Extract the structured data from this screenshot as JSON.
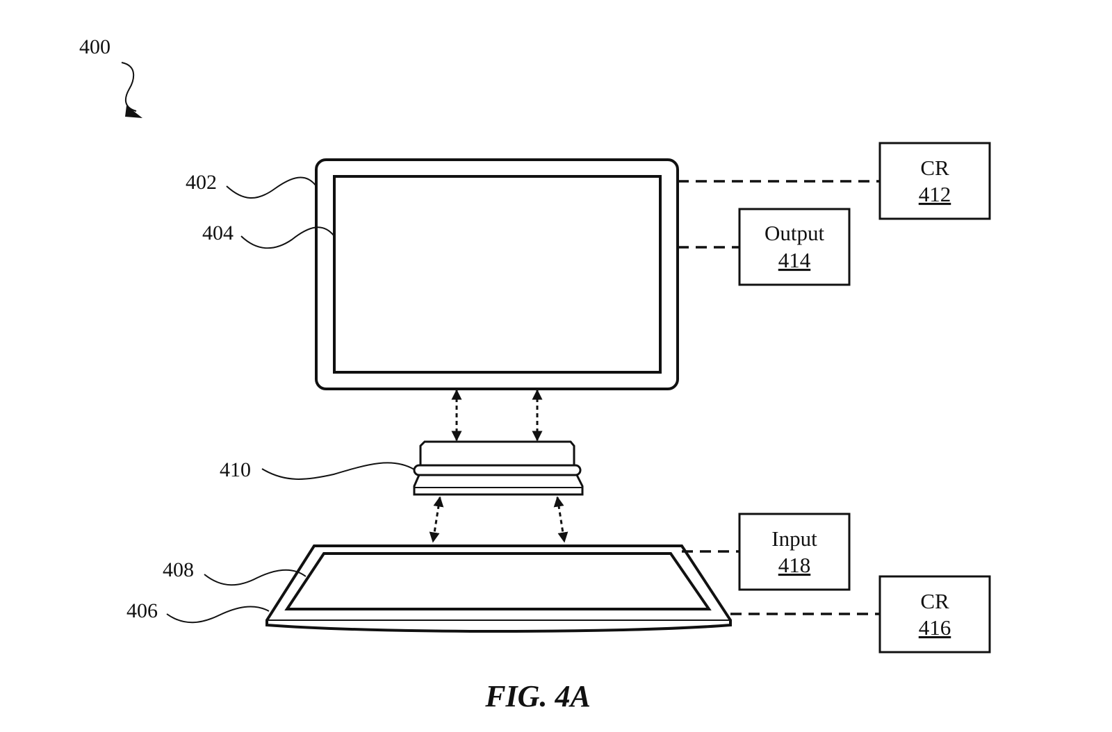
{
  "figure": {
    "caption": "FIG. 4A",
    "ref_400": "400",
    "ref_402": "402",
    "ref_404": "404",
    "ref_406": "406",
    "ref_408": "408",
    "ref_410": "410"
  },
  "boxes": {
    "cr_top": {
      "label": "CR",
      "number": "412"
    },
    "output": {
      "label": "Output",
      "number": "414"
    },
    "input": {
      "label": "Input",
      "number": "418"
    },
    "cr_bottom": {
      "label": "CR",
      "number": "416"
    }
  }
}
